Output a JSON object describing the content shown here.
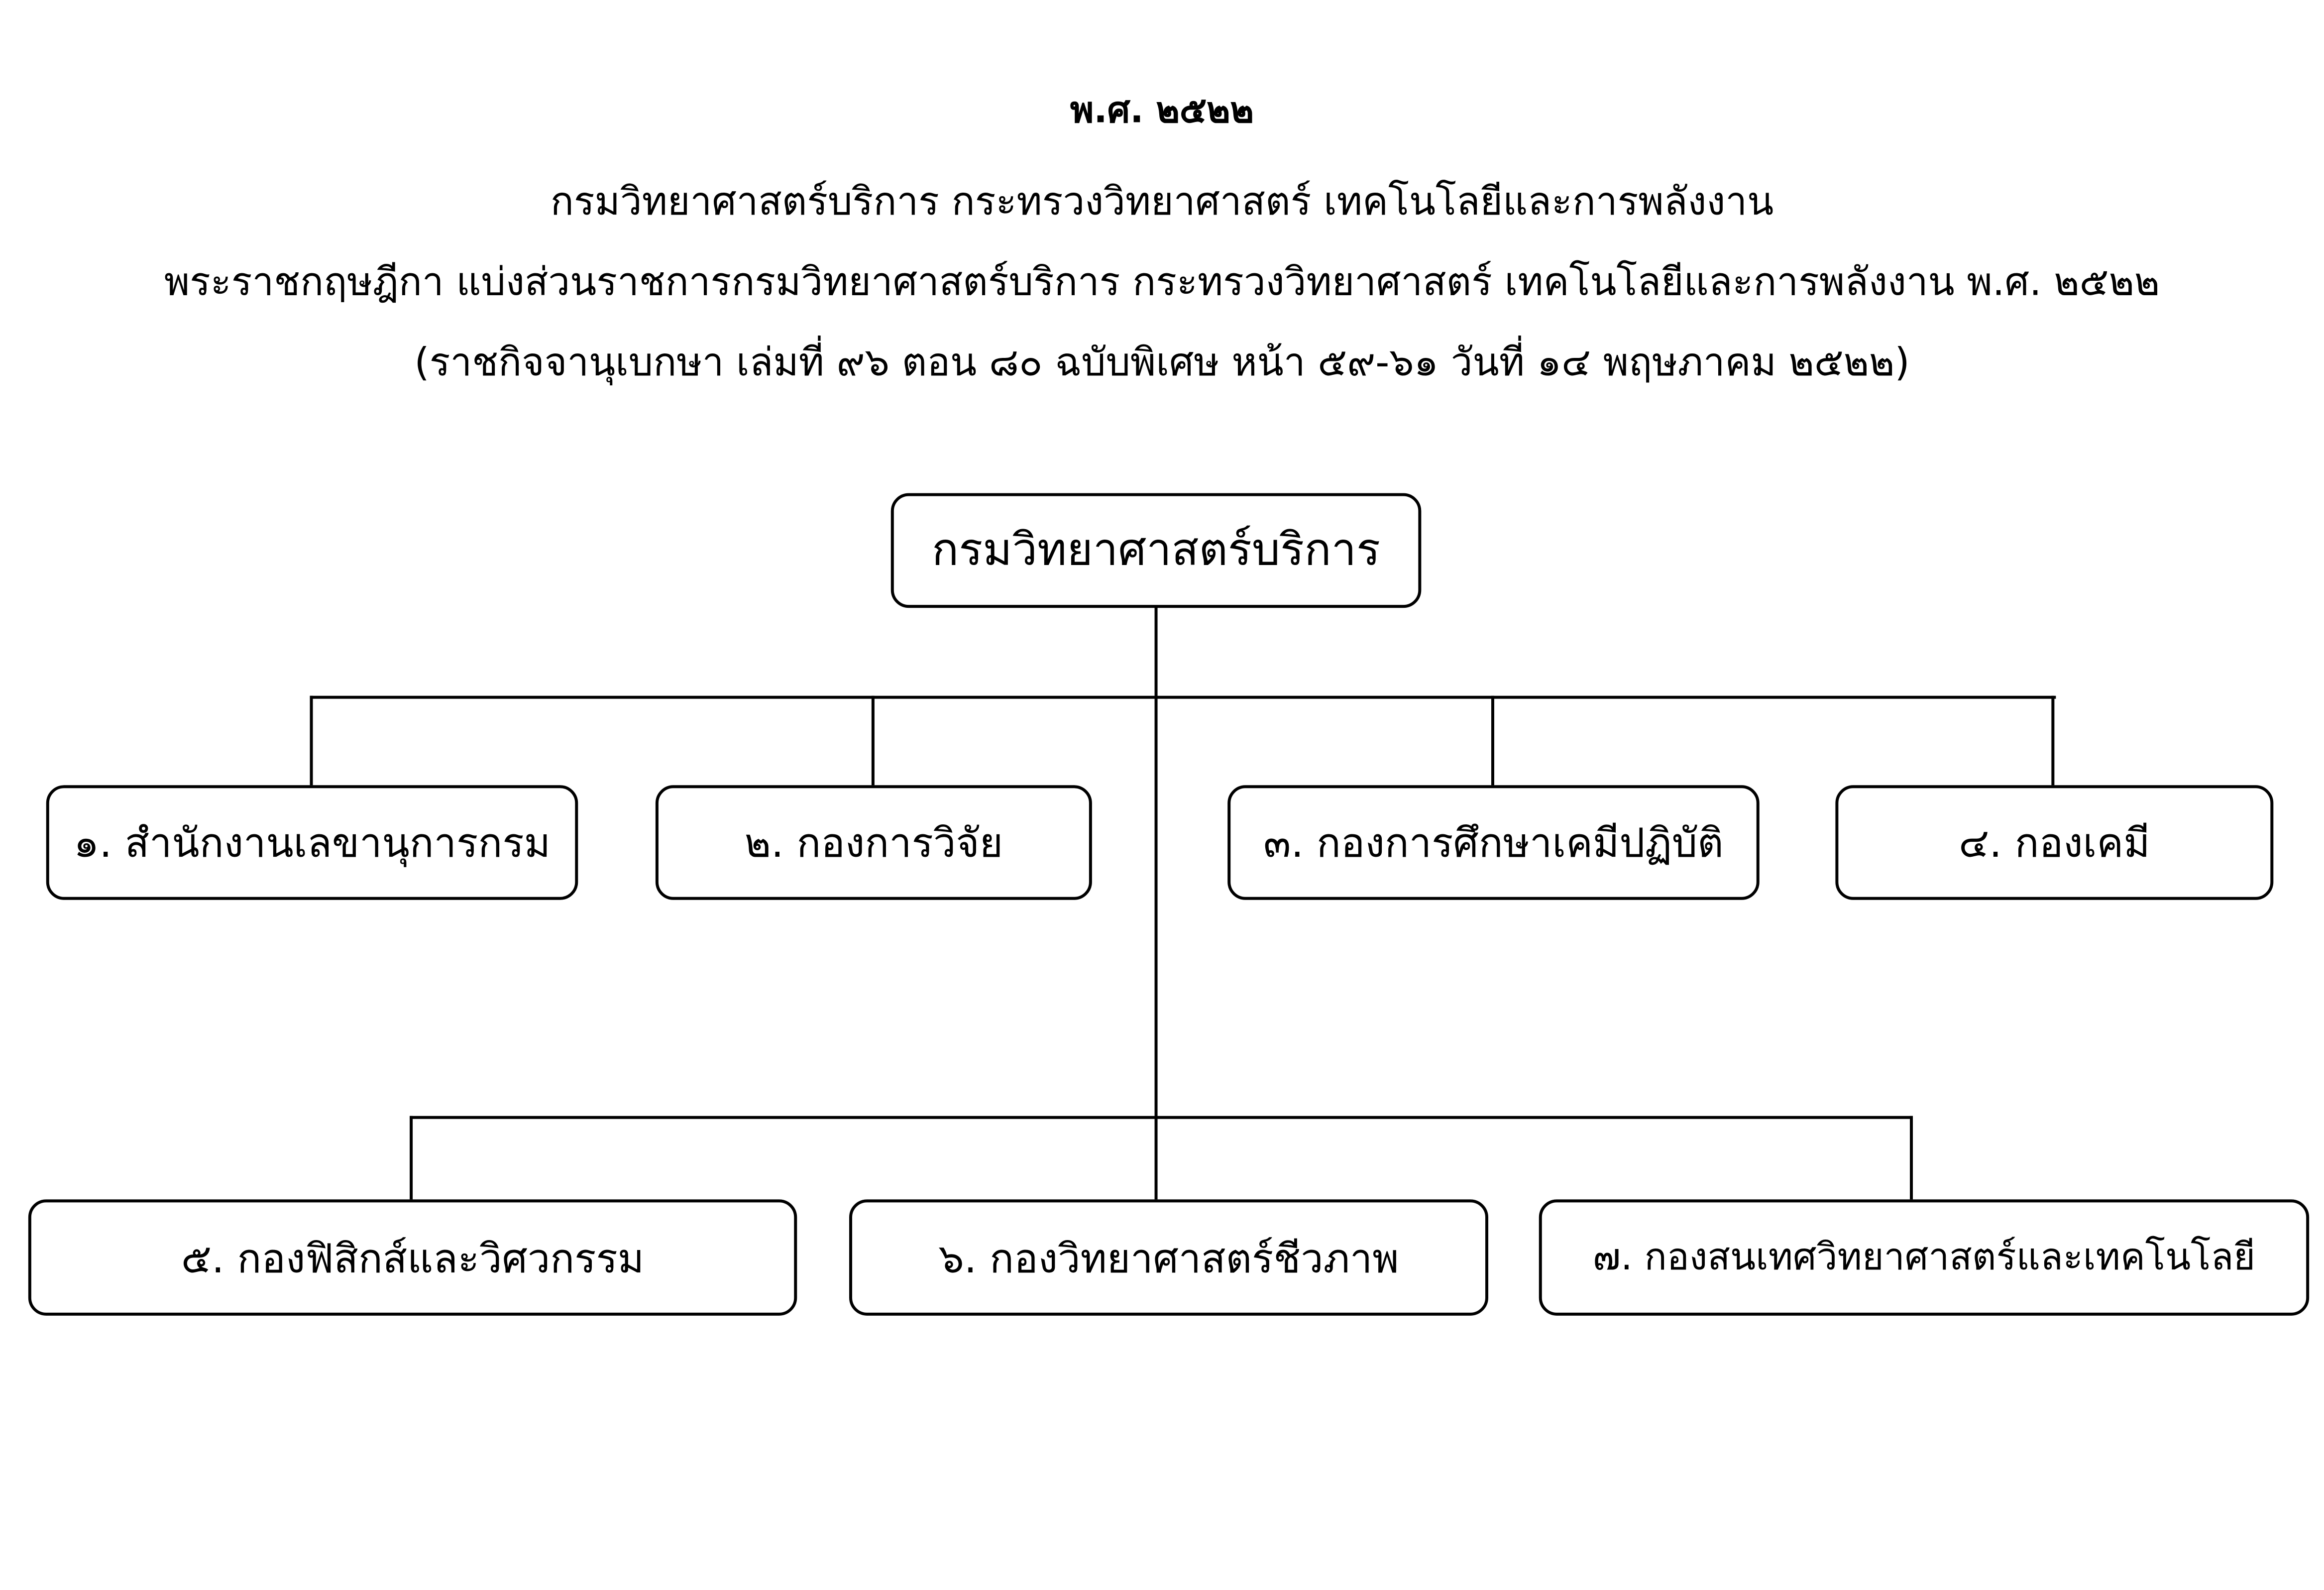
{
  "header": {
    "year": "พ.ศ. ๒๕๒๒",
    "line1": "กรมวิทยาศาสตร์บริการ กระทรวงวิทยาศาสตร์ เทคโนโลยีและการพลังงาน",
    "line2": "พระราชกฤษฎีกา แบ่งส่วนราชการกรมวิทยาศาสตร์บริการ กระทรวงวิทยาศาสตร์ เทคโนโลยีและการพลังงาน พ.ศ. ๒๕๒๒",
    "line3": "(ราชกิจจานุเบกษา เล่มที่ ๙๖ ตอน ๘๐ ฉบับพิเศษ หน้า ๕๙-๖๑ วันที่ ๑๔ พฤษภาคม ๒๕๒๒)"
  },
  "chart": {
    "root": "กรมวิทยาศาสตร์บริการ",
    "units": [
      "๑. สำนักงานเลขานุการกรม",
      "๒. กองการวิจัย",
      "๓. กองการศึกษาเคมีปฏิบัติ",
      "๔. กองเคมี",
      "๕. กองฟิสิกส์และวิศวกรรม",
      "๖. กองวิทยาศาสตร์ชีวภาพ",
      "๗. กองสนเทศวิทยาศาสตร์และเทคโนโลยี"
    ]
  }
}
